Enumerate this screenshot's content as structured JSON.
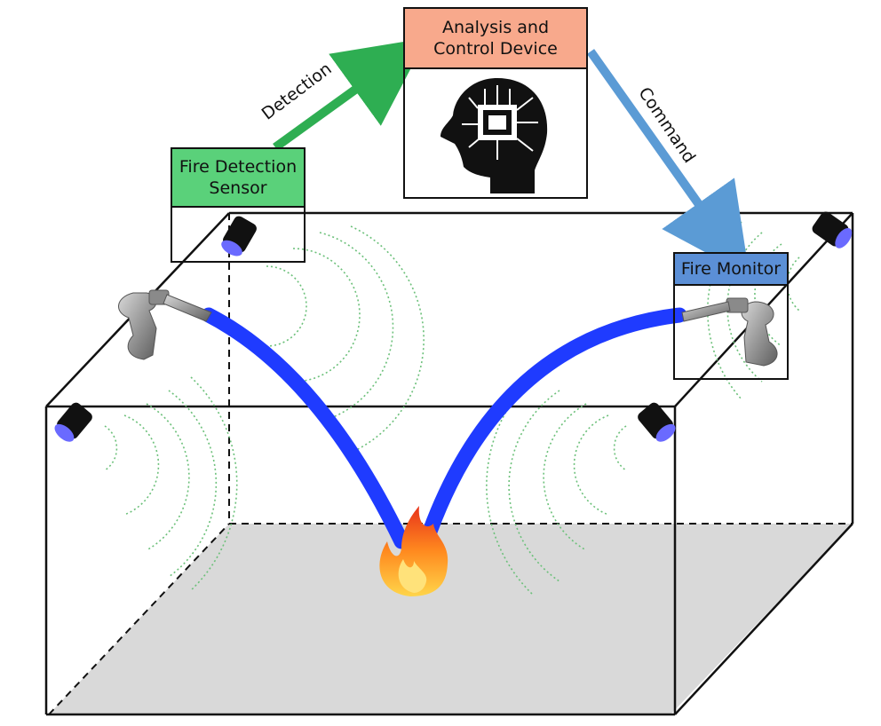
{
  "labels": {
    "analysis": "Analysis and\nControl Device",
    "sensor": "Fire Detection\nSensor",
    "monitor": "Fire Monitor",
    "detection": "Detection",
    "command": "Command"
  },
  "colors": {
    "analysis_fill": "#F8A98C",
    "sensor_fill": "#5AD17A",
    "monitor_fill": "#5B8FD6",
    "detection_arrow": "#2EAE52",
    "command_arrow": "#5B9BD5",
    "water_jet": "#1F3BFF",
    "floor": "#D9D9D9",
    "detection_waves": "#6CC07A"
  },
  "icons": {
    "controller": "brain-head-icon",
    "sensor": "camera-sensor-icon",
    "monitor": "water-cannon-icon",
    "fire": "flame-icon"
  }
}
